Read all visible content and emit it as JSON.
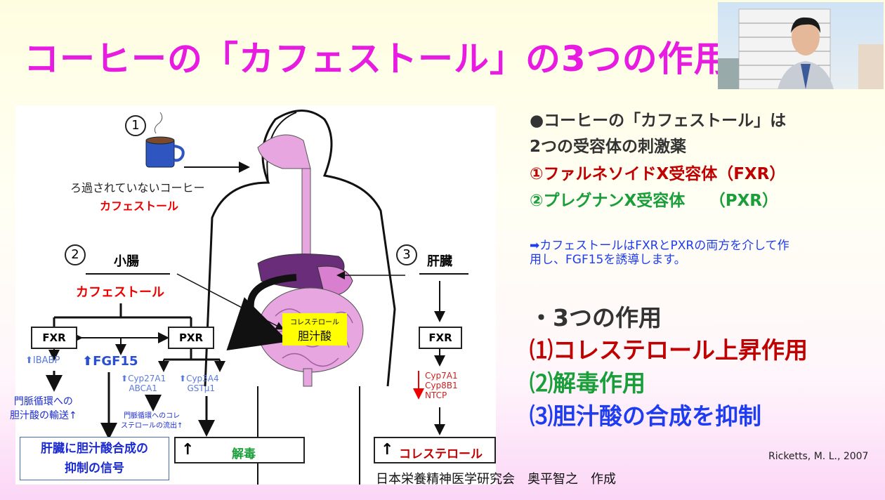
{
  "title": "コーヒーの「カフェストール」の3つの作用",
  "diagram": {
    "step1": "1",
    "step2": "2",
    "step3": "3",
    "coffee_label": "ろ過されていないコーヒー",
    "cafestol": "カフェストール",
    "small_intestine": "小腸",
    "cafestol2": "カフェストール",
    "fxr": "FXR",
    "pxr": "PXR",
    "fxr_liver": "FXR",
    "ibabp": "IBABP",
    "fgf15": "FGF15",
    "cyp27": "Cyp27A1",
    "abca1": "ABCA1",
    "cyp3a4": "Cyp3A4",
    "gst": "GSTμ1",
    "portal_bile": "門脈循環への\n胆汁酸の輸送↑",
    "portal_chol": "門脈循環へのコレ\nステロールの流出↑",
    "signal": "肝臓に胆汁酸合成の\n抑制の信号",
    "detox": "解毒",
    "liver": "肝臓",
    "cyp7a1": "Cyp7A1",
    "cyp8b1": "Cyp8B1",
    "ntcp": "NTCP",
    "cholesterol": "コレステロール",
    "label_chol": "コレステロール",
    "label_bile": "胆汁酸"
  },
  "right": {
    "line1": "●コーヒーの「カフェストール」は",
    "line2": "2つの受容体の刺激薬",
    "receptor1": "①ファルネソイドX受容体（FXR）",
    "receptor2": "②プレグナンX受容体　　（PXR）",
    "note": "➡カフェストールはFXRとPXRの両方を介して作\n用し、FGF15を誘導します。",
    "effects_heading": "・3つの作用",
    "effect1": "⑴コレステロール上昇作用",
    "effect2": "⑵解毒作用",
    "effect3": "⑶胆汁酸の合成を抑制"
  },
  "citation": "Ricketts, M. L., 2007",
  "credit": "日本栄養精神医学研究会　奥平智之　作成",
  "colors": {
    "title": "#e81ce0",
    "red": "#c00000",
    "green": "#1a9e3a",
    "blue": "#1e3cf0"
  }
}
